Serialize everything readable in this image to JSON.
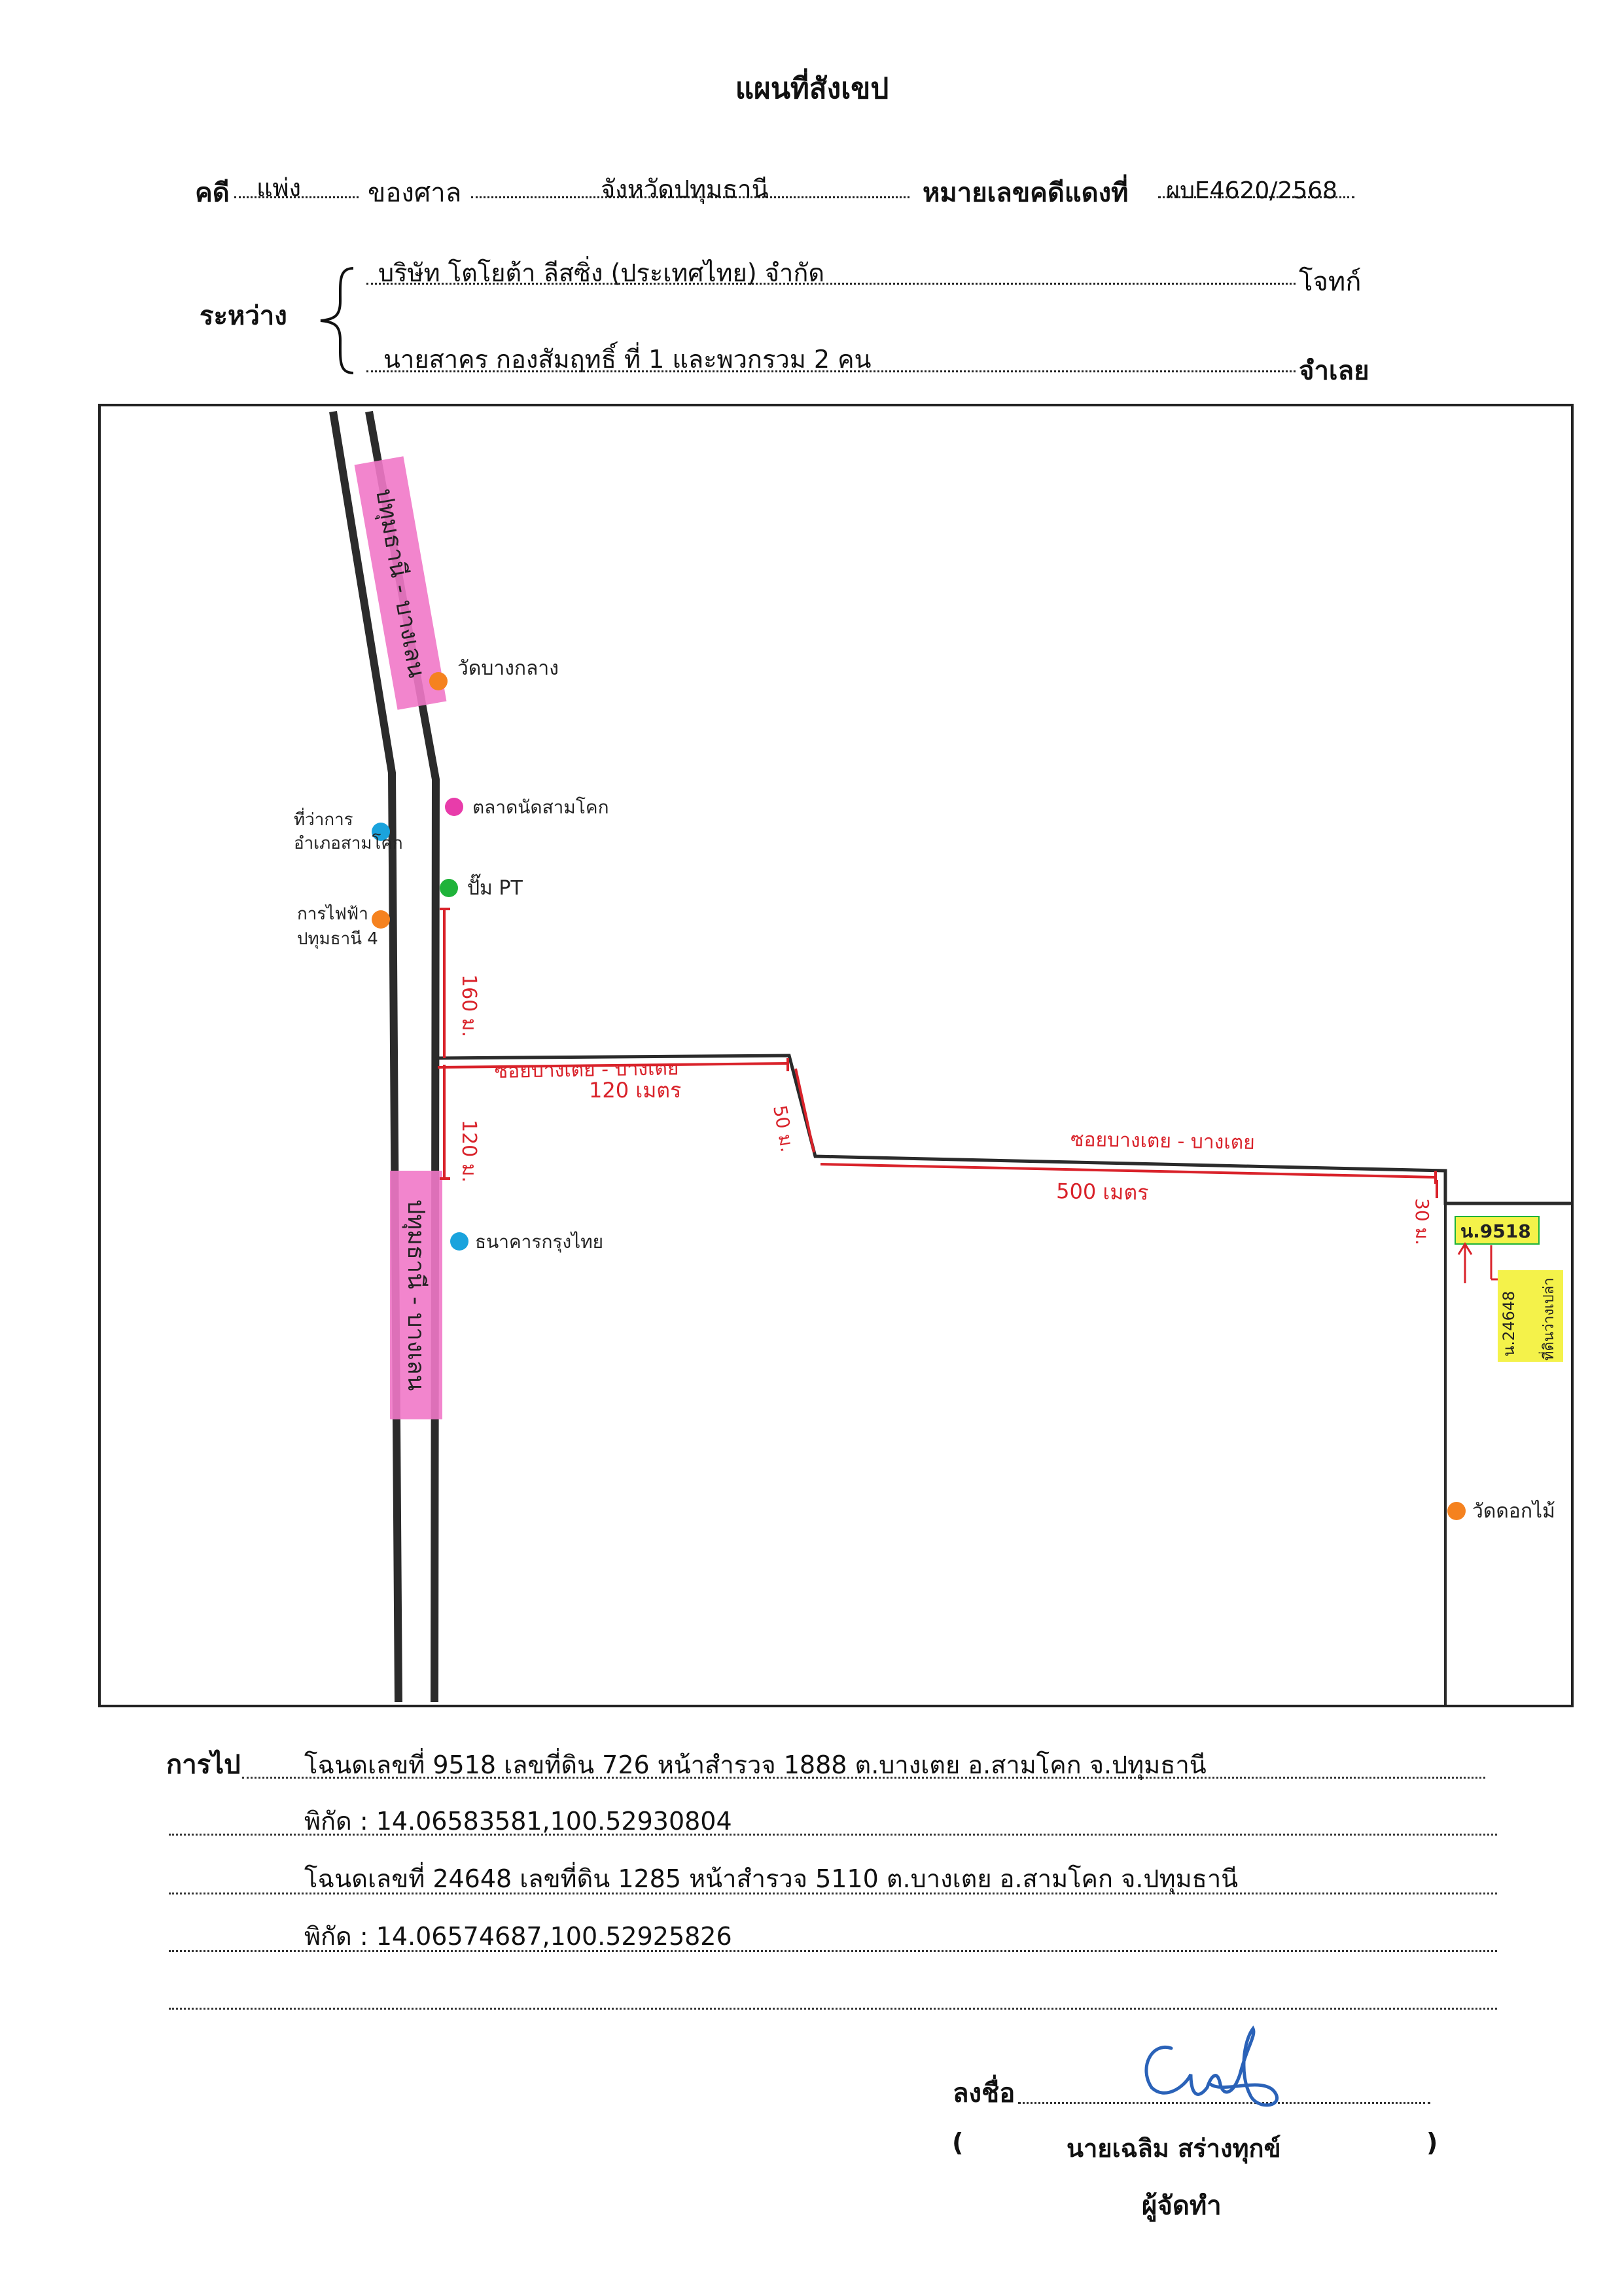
{
  "document": {
    "title": "แผนที่สังเขป",
    "case_label": "คดี",
    "case_type": "แพ่ง",
    "court_label": "ของศาล",
    "court_name": "จังหวัดปทุมธานี",
    "red_case_label": "หมายเลขคดีแดงที่",
    "red_case_number": "ผบE4620/2568",
    "between_label": "ระหว่าง",
    "plaintiff_name": "บริษัท โตโยต้า ลีสซิ่ง (ประเทศไทย) จำกัด",
    "plaintiff_role": "โจทก์",
    "defendant_name": "นายสาคร  กองสัมฤทธิ์  ที่ 1 และพวกรวม 2 คน",
    "defendant_role": "จำเลย"
  },
  "map": {
    "road_main_top_label": "ปทุมธานี - บางเลน",
    "road_main_bottom_label": "ปทุมธานี - บางเลน",
    "soi_label_1": "ซอยบางเตย - บางเตย",
    "soi_label_2": "ซอยบางเตย - บางเตย",
    "dist_160": "160 ม.",
    "dist_120_v": "120 ม.",
    "dist_120_h": "120 เมตร",
    "dist_50": "50 ม.",
    "dist_500": "500 เมตร",
    "dist_30": "30 ม.",
    "landmarks": {
      "temple_center": "วัดบางกลาง",
      "market": "ตลาดนัดสามโคก",
      "office": "ที่ว่าการ",
      "office_2": "อำเภอสามโคก",
      "ptt": "ปั๊ม PT",
      "electric": "การไฟฟ้า",
      "electric_2": "ปทุมธานี 4",
      "bank": "ธนาคารกรุงไทย",
      "temple_end": "วัดดอกไม้"
    },
    "deed_1": "น.9518",
    "deed_2": "น.24648",
    "deed_2_note": "ที่ดินว่างเปล่า",
    "colors": {
      "road": "#2b2b2b",
      "road_label_bg": "#f178c8",
      "red_dim": "#d9222a",
      "highlight": "#f4f24a",
      "orange": "#f5821f",
      "blue": "#1aa3dd",
      "green": "#1fb33a",
      "pink": "#e83caa"
    }
  },
  "footer": {
    "route_label": "การไป",
    "line1": "โฉนดเลขที่ 9518  เลขที่ดิน 726 หน้าสำรวจ 1888 ต.บางเตย อ.สามโคก จ.ปทุมธานี",
    "line2": "พิกัด : 14.06583581,100.52930804",
    "line3": "โฉนดเลขที่ 24648 เลขที่ดิน 1285 หน้าสำรวจ 5110 ต.บางเตย อ.สามโคก จ.ปทุมธานี",
    "line4": "พิกัด : 14.06574687,100.52925826",
    "sign_label": "ลงชื่อ",
    "paren_open": "(",
    "paren_close": ")",
    "signer_name": "นายเฉลิม  สร่างทุกข์",
    "signer_role": "ผู้จัดทำ"
  }
}
